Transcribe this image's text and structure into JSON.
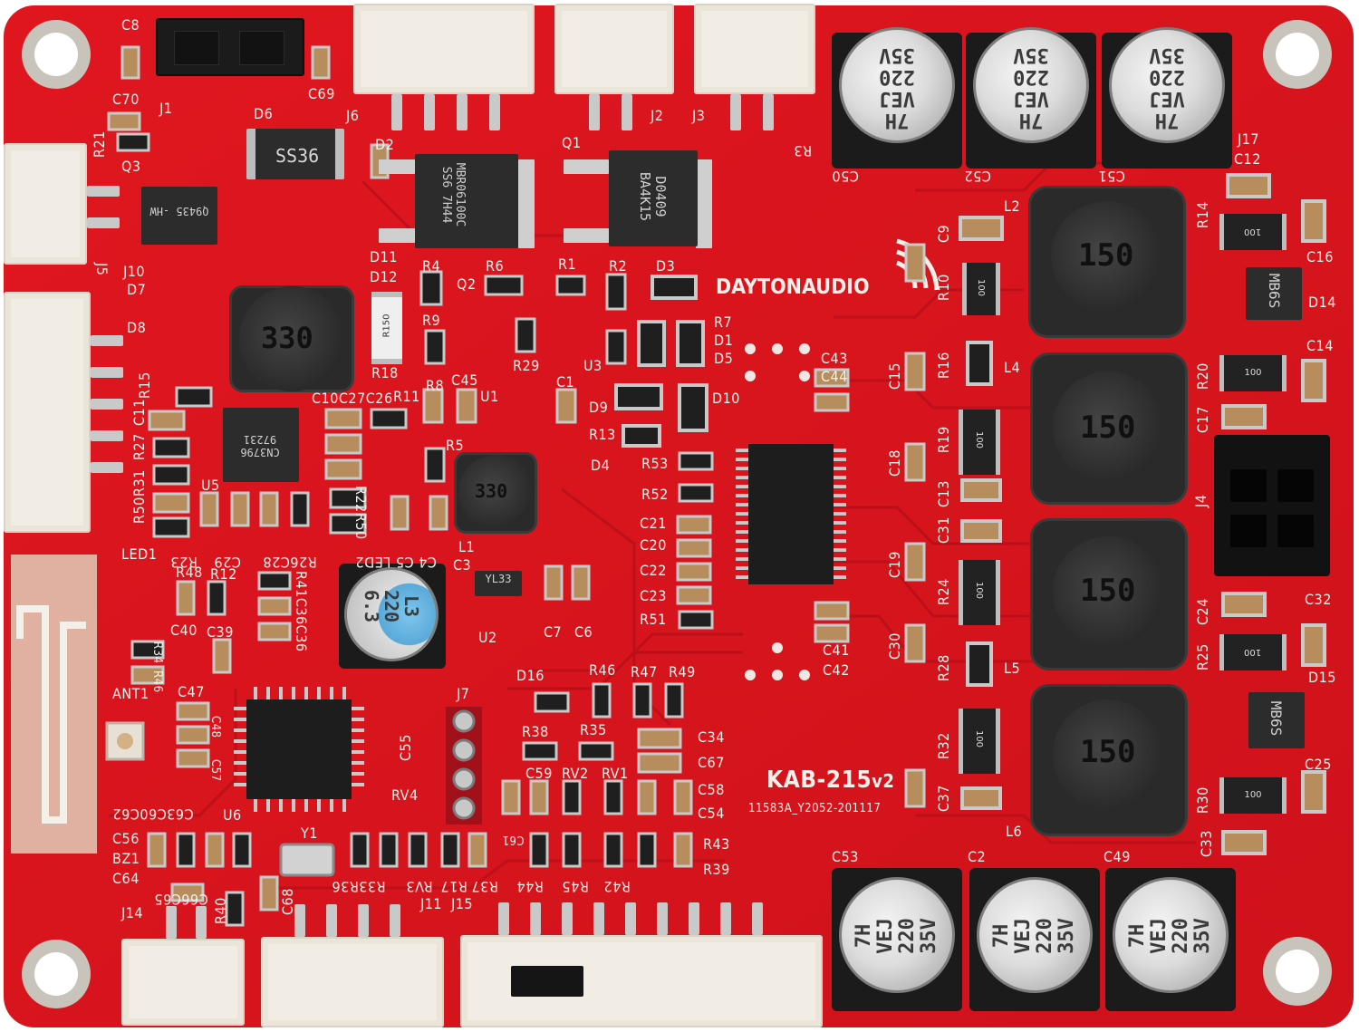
{
  "board": {
    "model": "KAB-215",
    "model_version": "v2",
    "batch_code": "11583A_Y2052-201117",
    "brand_logo": "DAYTONAUDIO",
    "pcb_color": "#d9141e",
    "silk_color": "#f4efe8"
  },
  "labels": {
    "c8": "C8",
    "c69": "C69",
    "c70": "C70",
    "j1": "J1",
    "d6": "D6",
    "j6": "J6",
    "j2": "J2",
    "j3": "J3",
    "r21": "R21",
    "q3": "Q3",
    "d2": "D2",
    "q1": "Q1",
    "r3": "R3",
    "c50": "C50",
    "c52": "C52",
    "c51": "C51",
    "j17": "J17",
    "c12": "C12",
    "l2": "L2",
    "r14": "R14",
    "c16": "C16",
    "d14": "D14",
    "j5": "J5",
    "j10": "J10",
    "d7": "D7",
    "d8": "D8",
    "d11": "D11",
    "d12": "D12",
    "r4": "R4",
    "r6": "R6",
    "r1": "R1",
    "r2": "R2",
    "d3": "D3",
    "q2": "Q2",
    "r7": "R7",
    "d1": "D1",
    "d5": "D5",
    "r9": "R9",
    "r18": "R18",
    "r29": "R29",
    "u3": "U3",
    "c9": "C9",
    "r10": "R10",
    "c43": "C43",
    "c44": "C44",
    "l4": "L4",
    "c14": "C14",
    "r20": "R20",
    "r16": "R16",
    "c15": "C15",
    "c17": "C17",
    "r15": "R15",
    "c11": "C11",
    "r27": "R27",
    "r31": "R31",
    "r50": "R50",
    "r35": "R35",
    "c10c27c26": "C10C27C26",
    "r11": "R11",
    "r8": "R8",
    "c45": "C45",
    "u1": "U1",
    "c1": "C1",
    "d9": "D9",
    "d10": "D10",
    "r13": "R13",
    "r19": "R19",
    "c18": "C18",
    "u5": "U5",
    "r5": "R5",
    "d4": "D4",
    "r53": "R53",
    "r52": "R52",
    "c13": "C13",
    "c31": "C31",
    "j4": "J4",
    "r22r50": "R22R50",
    "c21": "C21",
    "c20": "C20",
    "c22": "C22",
    "c23": "C23",
    "r51": "R51",
    "r24": "R24",
    "c19": "C19",
    "l1": "L1",
    "c4c5led2": "C4 C5 LED2",
    "r26c28": "R26C28",
    "c29": "C29",
    "r23": "R23",
    "led1": "LED1",
    "r48": "R48",
    "r12": "R12",
    "r41c36c36": "R41C36C36",
    "c3": "C3",
    "l3": "L3",
    "u2": "U2",
    "c7": "C7",
    "c6": "C6",
    "c41": "C41",
    "c42": "C42",
    "c30": "C30",
    "r28": "R28",
    "l5": "L5",
    "c24": "C24",
    "c32": "C32",
    "r25": "R25",
    "d15": "D15",
    "c40": "C40",
    "c39": "C39",
    "r34": "R34",
    "r46c": "R46",
    "ant1": "ANT1",
    "c47": "C47",
    "c48": "C48",
    "c57": "C57",
    "u6": "U6",
    "c63c60c62": "C63C60C62",
    "j7": "J7",
    "d16": "D16",
    "r46": "R46",
    "r47": "R47",
    "r49": "R49",
    "c55": "C55",
    "r38": "R38",
    "r35b": "R35",
    "c34": "C34",
    "c67": "C67",
    "c59": "C59",
    "rv2": "RV2",
    "rv1": "RV1",
    "c58": "C58",
    "c54": "C54",
    "rv4": "RV4",
    "r32": "R32",
    "c37": "C37",
    "l6": "L6",
    "r30": "R30",
    "c25": "C25",
    "c33": "C33",
    "c56": "C56",
    "bz1": "BZ1",
    "y1": "Y1",
    "c61": "C61",
    "r43": "R43",
    "r39": "R39",
    "c64": "C64",
    "c66c65": "C66C65",
    "r40": "R40",
    "r33r36": "R33R36",
    "rv3": "RV3",
    "r17": "R17",
    "r37": "R37",
    "r44": "R44",
    "r45": "R45",
    "r42": "R42",
    "c53": "C53",
    "c2": "C2",
    "c49": "C49",
    "j14": "J14",
    "c68": "C68",
    "j11": "J11",
    "j15": "J15"
  },
  "parts": {
    "cap_top": "7H\nVEJ\n220\n35V",
    "cap_bottom": "7H\nVEJ\n220\n35V",
    "small_cap": "L3\n220\n6.3",
    "inductor_main": "150",
    "inductor_small": "330",
    "diode_ss36": "SS36",
    "bridge": "MB6S",
    "mosfet_d2": "MBR06100C\nSS6 7H44",
    "mosfet_q1": "D0409\nBA4K15",
    "ic_q3": "Q9435 -HW",
    "ic_u5": "CN3796\n97231",
    "reg_u2": "YL33",
    "res_100": "100",
    "res_r150": "R150"
  }
}
